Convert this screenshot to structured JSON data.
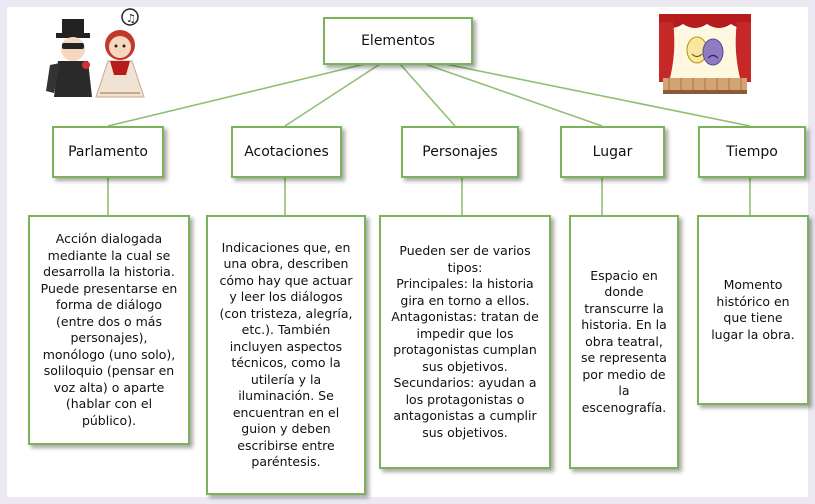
{
  "diagram": {
    "root": "Elementos",
    "categories": [
      {
        "title": "Parlamento",
        "description": "Acción dialogada\nmediante la cual se\ndesarrolla la historia.\nPuede presentarse en\nforma de diálogo\n(entre dos o más\npersonajes),\nmonólogo (uno solo),\nsoliloquio (pensar en\nvoz alta) o aparte\n(hablar con el\npúblico)."
      },
      {
        "title": "Acotaciones",
        "description": "Indicaciones que, en\nuna obra, describen\ncómo hay que actuar\ny leer los diálogos\n(con tristeza, alegría,\netc.). También\nincluyen aspectos\ntécnicos, como la\nutilería y la\niluminación. Se\nencuentran en el\nguion y deben\nescribirse entre\nparéntesis."
      },
      {
        "title": "Personajes",
        "description": "Pueden ser de varios\ntipos:\nPrincipales: la historia\ngira en torno a ellos.\nAntagonistas: tratan de\nimpedir que los\nprotagonistas cumplan\nsus objetivos.\nSecundarios: ayudan a\nlos protagonistas o\nantagonistas a cumplir\nsus objetivos."
      },
      {
        "title": "Lugar",
        "description": "Espacio en\ndonde\ntranscurre la\nhistoria. En la\nobra teatral,\nse representa\npor medio de\nla\nescenografía."
      },
      {
        "title": "Tiempo",
        "description": "Momento\nhistórico en\nque tiene\nlugar la obra."
      }
    ]
  },
  "colors": {
    "border": "#7cb35a",
    "connector": "#8fbf73",
    "page_background": "#ece9f3"
  },
  "illustrations": [
    "theater-couple-illustration",
    "theater-stage-masks-illustration"
  ]
}
